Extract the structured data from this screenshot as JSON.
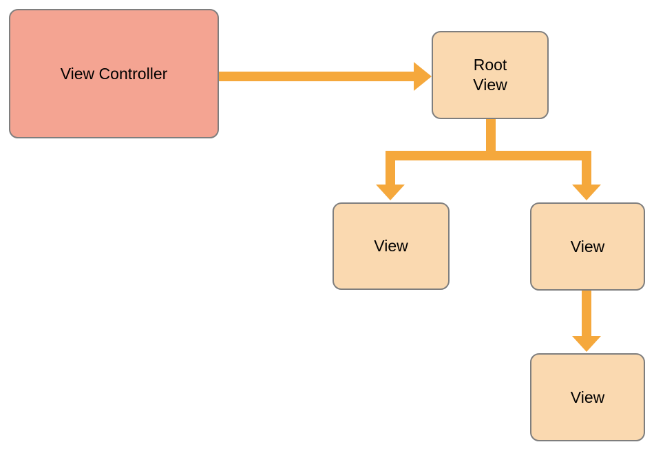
{
  "diagram": {
    "background": "#FFFFFF",
    "colors": {
      "controller_fill": "#F4A492",
      "view_fill": "#FAD9B0",
      "arrow": "#F5A83C",
      "node_border": "#7E7E7E",
      "label_text": "#000000"
    },
    "nodes": [
      {
        "id": "view-controller",
        "type": "controller",
        "label": "View Controller"
      },
      {
        "id": "root-view",
        "type": "view",
        "label": "Root\nView"
      },
      {
        "id": "view-left",
        "type": "view",
        "label": "View"
      },
      {
        "id": "view-right",
        "type": "view",
        "label": "View"
      },
      {
        "id": "view-bottom",
        "type": "view",
        "label": "View"
      }
    ],
    "edges": [
      {
        "from": "view-controller",
        "to": "root-view"
      },
      {
        "from": "root-view",
        "to": "view-left"
      },
      {
        "from": "root-view",
        "to": "view-right"
      },
      {
        "from": "view-right",
        "to": "view-bottom"
      }
    ]
  }
}
